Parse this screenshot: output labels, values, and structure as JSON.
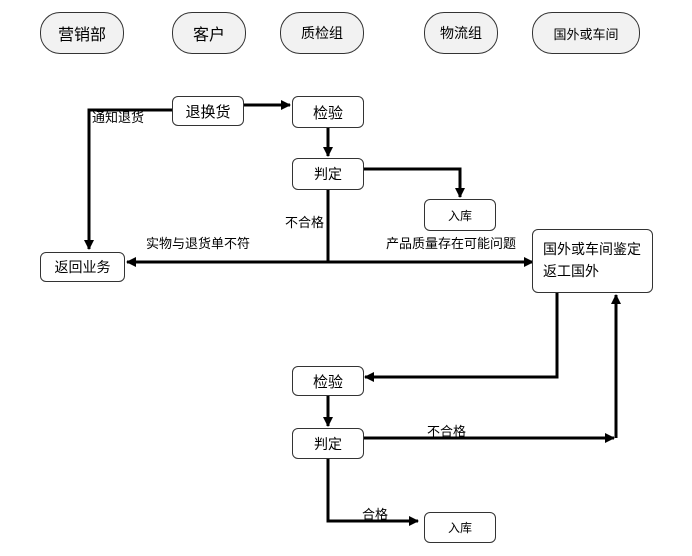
{
  "lanes": [
    {
      "id": "sales",
      "label": "营销部"
    },
    {
      "id": "customer",
      "label": "客户"
    },
    {
      "id": "qc",
      "label": "质检组"
    },
    {
      "id": "logistics",
      "label": "物流组"
    },
    {
      "id": "abroad",
      "label": "国外或车间"
    }
  ],
  "nodes": {
    "return_goods": "退换货",
    "inspect_1": "检验",
    "judge_1": "判定",
    "stock_1": "入库",
    "return_business": "返回业务",
    "abroad_check": "国外或车间鉴定返工国外",
    "inspect_2": "检验",
    "judge_2": "判定",
    "stock_2": "入库"
  },
  "edge_labels": {
    "notify_return": "通知退货",
    "fail_1": "不合格",
    "mismatch": "实物与退货单不符",
    "quality_issue": "产品质量存在可能问题",
    "fail_2": "不合格",
    "pass_2": "合格"
  }
}
